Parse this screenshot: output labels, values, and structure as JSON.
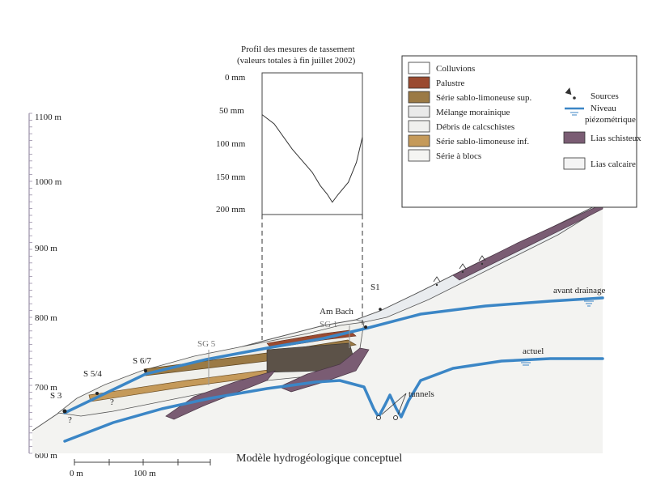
{
  "diagram": {
    "title": "Modèle hydrogéologique conceptuel",
    "elevation_axis": {
      "labels": [
        "1100 m",
        "1000 m",
        "900 m",
        "800 m",
        "700 m",
        "600 m"
      ],
      "values": [
        1100,
        1000,
        900,
        800,
        700,
        600
      ]
    },
    "distance_scale": {
      "labels": [
        "0 m",
        "100 m"
      ]
    },
    "settlement_profile": {
      "title_line1": "Profil des mesures de tassement",
      "title_line2": "(valeurs totales à fin juillet 2002)",
      "tick_labels": [
        "0 mm",
        "50 mm",
        "100 mm",
        "150 mm",
        "200 mm"
      ],
      "unit": "mm",
      "points": [
        {
          "position": 0.0,
          "settlement_mm": 58
        },
        {
          "position": 0.12,
          "settlement_mm": 72
        },
        {
          "position": 0.3,
          "settlement_mm": 110
        },
        {
          "position": 0.5,
          "settlement_mm": 145
        },
        {
          "position": 0.58,
          "settlement_mm": 165
        },
        {
          "position": 0.65,
          "settlement_mm": 178
        },
        {
          "position": 0.7,
          "settlement_mm": 190
        },
        {
          "position": 0.76,
          "settlement_mm": 178
        },
        {
          "position": 0.86,
          "settlement_mm": 160
        },
        {
          "position": 0.94,
          "settlement_mm": 130
        },
        {
          "position": 1.0,
          "settlement_mm": 92
        }
      ]
    },
    "legend": {
      "units": [
        {
          "label": "Colluvions",
          "color": "#ffffff"
        },
        {
          "label": "Palustre",
          "color": "#9a4a30"
        },
        {
          "label": "Série sablo-limoneuse sup.",
          "color": "#9b7a45"
        },
        {
          "label": "Mélange morainique",
          "color": "#eaeaea"
        },
        {
          "label": "Débris de calcschistes",
          "color": "#f0f0ee"
        },
        {
          "label": "Série sablo-limoneuse inf.",
          "color": "#c59a5a"
        },
        {
          "label": "Série à blocs",
          "color": "#f5f5f2"
        }
      ],
      "symbols": [
        {
          "label": "Sources",
          "icon": "source-arrow"
        },
        {
          "label": "Niveau\npiézométrique",
          "label_line1": "Niveau",
          "label_line2": "piézométrique",
          "color": "#3b86c6"
        },
        {
          "label": "Lias schisteux",
          "color": "#7a5c73"
        },
        {
          "label": "Lias calcaire",
          "color": "#f4f4f4"
        }
      ]
    },
    "labels": {
      "s3": "S 3",
      "s54": "S 5/4",
      "s67": "S 6/7",
      "sg5": "SG 5",
      "sg1": "SG 1",
      "ambach": "Am Bach",
      "s1": "S1",
      "avant": "avant drainage",
      "actuel": "actuel",
      "tunnels": "tunnels",
      "q1": "?",
      "q2": "?"
    },
    "colors": {
      "water": "#3b86c6",
      "lias_schisteux": "#7a5c73",
      "lias_calcaire": "#f4f4f4",
      "axis": "#9a8fa8"
    }
  }
}
